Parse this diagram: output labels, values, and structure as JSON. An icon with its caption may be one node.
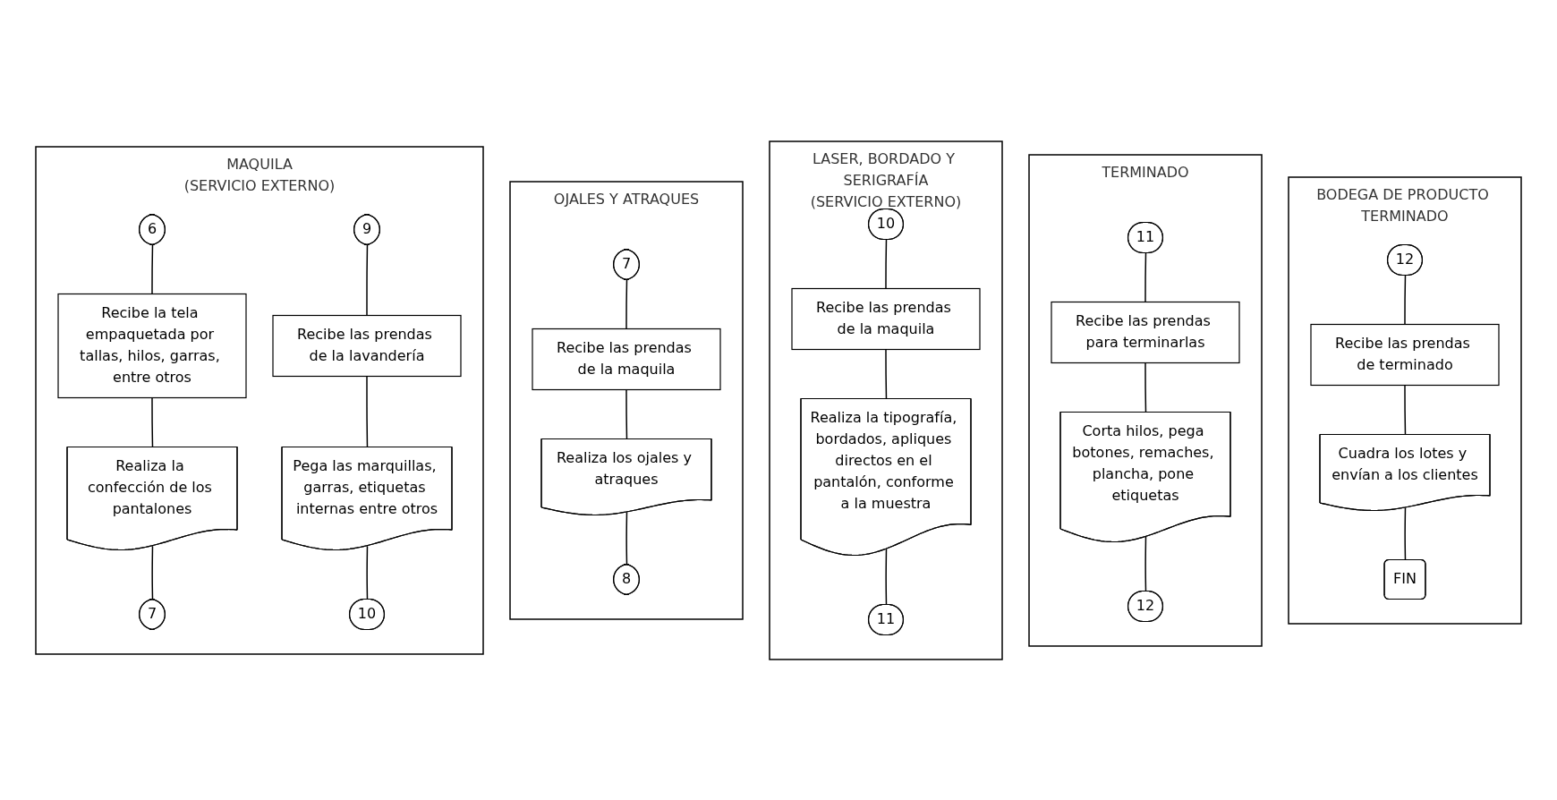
{
  "diagram": {
    "nodes": [
      {
        "text": [
          "MAQUILA",
          "(SERVICIO EXTERNO)"
        ]
      },
      {
        "text": [
          "6"
        ],
        "in": 0
      },
      {
        "text": [
          "Recibe la tela empaquetada por tallas, hilos, garras, entre otros"
        ],
        "in": 0
      },
      {
        "text": [
          "Realiza la confección de los pantalones"
        ],
        "in": 0
      },
      {
        "text": [
          "7"
        ],
        "in": 0
      },
      {
        "text": [
          "9"
        ],
        "in": 0
      },
      {
        "text": [
          "Recibe las prendas de la lavandería"
        ],
        "in": 0
      },
      {
        "text": [
          "Pega las marquillas, garras, etiquetas internas entre otros"
        ],
        "in": 0
      },
      {
        "text": [
          "10"
        ],
        "in": 0
      },
      {
        "text": [
          "OJALES Y ATRAQUES"
        ]
      },
      {
        "text": [
          "7"
        ],
        "in": 9
      },
      {
        "text": [
          "Recibe las prendas de la maquila"
        ],
        "in": 9
      },
      {
        "text": [
          "Realiza los ojales y atraques"
        ],
        "in": 9
      },
      {
        "text": [
          "8"
        ],
        "in": 9
      },
      {
        "text": [
          "LASER, BORDADO Y SERIGRAFÍA",
          "(SERVICIO EXTERNO)"
        ]
      },
      {
        "text": [
          "10"
        ],
        "in": 14
      },
      {
        "text": [
          "Recibe las prendas de la maquila"
        ],
        "in": 14
      },
      {
        "text": [
          "Realiza la tipografía, bordados, apliques directos en el pantalón, conforme a la muestra"
        ],
        "in": 14
      },
      {
        "text": [
          "11"
        ],
        "in": 14
      },
      {
        "text": [
          "TERMINADO"
        ]
      },
      {
        "text": [
          "11"
        ],
        "in": 19
      },
      {
        "text": [
          "Recibe las prendas para terminarlas"
        ],
        "in": 19
      },
      {
        "text": [
          "Corta hilos, pega botones, remaches, plancha, pone etiquetas"
        ],
        "in": 19
      },
      {
        "text": [
          "12"
        ],
        "in": 19
      },
      {
        "text": [
          "BODEGA DE PRODUCTO TERMINADO"
        ]
      },
      {
        "text": [
          "12"
        ],
        "in": 24
      },
      {
        "text": [
          "Recibe las prendas de terminado"
        ],
        "in": 24
      },
      {
        "text": [
          "Cuadra los lotes y envían a los clientes"
        ],
        "in": 24
      },
      {
        "text": [
          "FIN"
        ],
        "in": 24
      }
    ],
    "edges": [
      {
        "from": 1,
        "to": 2,
        "arrow": "none"
      },
      {
        "from": 2,
        "to": 3,
        "arrow": "none"
      },
      {
        "from": 3,
        "to": 4,
        "arrow": "none"
      },
      {
        "from": 5,
        "to": 6,
        "arrow": "none"
      },
      {
        "from": 6,
        "to": 7,
        "arrow": "none"
      },
      {
        "from": 7,
        "to": 8,
        "arrow": "none"
      },
      {
        "from": 10,
        "to": 11,
        "arrow": "none"
      },
      {
        "from": 11,
        "to": 12,
        "arrow": "none"
      },
      {
        "from": 12,
        "to": 13,
        "arrow": "none"
      },
      {
        "from": 15,
        "to": 16,
        "arrow": "none"
      },
      {
        "from": 16,
        "to": 17,
        "arrow": "none"
      },
      {
        "from": 17,
        "to": 18,
        "arrow": "none"
      },
      {
        "from": 20,
        "to": 21,
        "arrow": "none"
      },
      {
        "from": 21,
        "to": 22,
        "arrow": "none"
      },
      {
        "from": 22,
        "to": 23,
        "arrow": "none"
      },
      {
        "from": 25,
        "to": 26,
        "arrow": "none"
      },
      {
        "from": 26,
        "to": 27,
        "arrow": "none"
      },
      {
        "from": 27,
        "to": 28,
        "arrow": "none"
      }
    ]
  }
}
